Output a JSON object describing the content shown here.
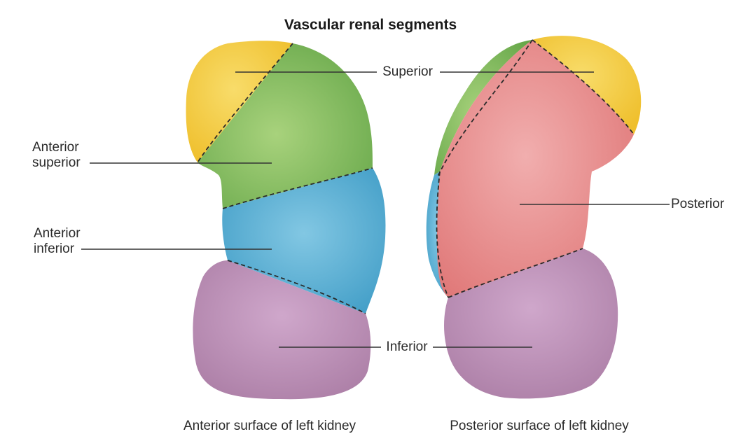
{
  "diagram": {
    "title": "Vascular renal segments",
    "labels": {
      "superior": "Superior",
      "anterior_superior_line1": "Anterior",
      "anterior_superior_line2": "superior",
      "anterior_inferior_line1": "Anterior",
      "anterior_inferior_line2": "inferior",
      "posterior": "Posterior",
      "inferior": "Inferior"
    },
    "captions": {
      "left": "Anterior surface of left kidney",
      "right": "Posterior surface of left kidney"
    },
    "colors": {
      "superior": "#f3c93e",
      "anterior_superior": "#7fb85a",
      "anterior_inferior": "#5ab1d4",
      "posterior": "#e58c8c",
      "inferior": "#b98ab3"
    }
  }
}
